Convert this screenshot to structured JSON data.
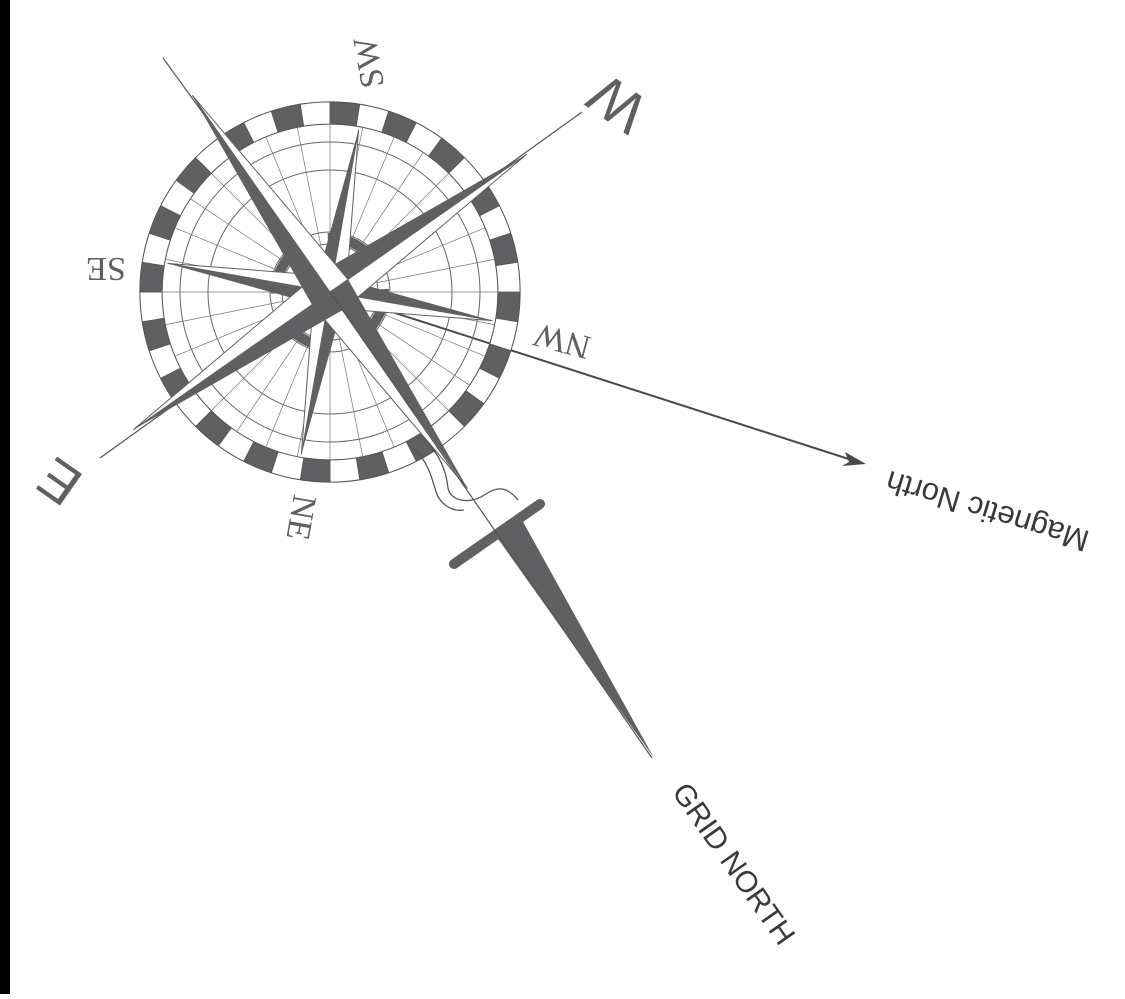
{
  "colors": {
    "ink": "#5f6062",
    "line": "#4a4a4a",
    "frame": "#000000",
    "background": "#ffffff"
  },
  "labels": {
    "west": "W",
    "east": "E",
    "southwest": "SW",
    "southeast": "SE",
    "northwest": "NW",
    "northeast": "NE",
    "magnetic_north": "Magnetic North",
    "grid_north": "GRID NORTH"
  }
}
